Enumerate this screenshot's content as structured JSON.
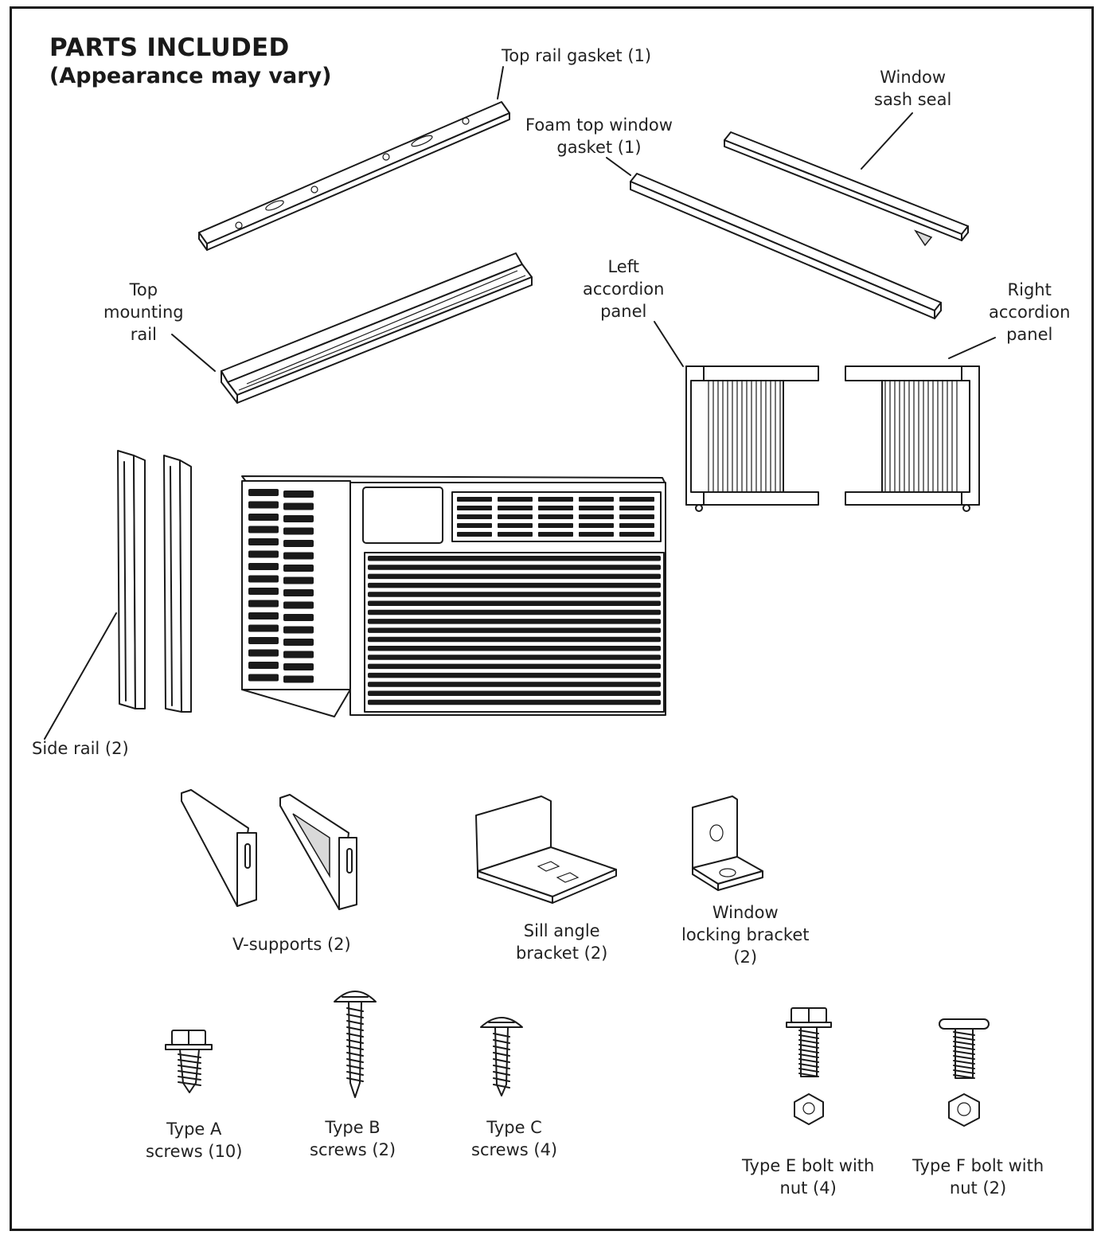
{
  "header": {
    "title": "PARTS INCLUDED",
    "subtitle": "(Appearance may vary)"
  },
  "labels": {
    "top_rail_gasket": [
      "Top rail gasket (1)"
    ],
    "foam_top_window_gasket": [
      "Foam top window",
      "gasket (1)"
    ],
    "window_sash_seal": [
      "Window",
      "sash seal"
    ],
    "top_mounting_rail": [
      "Top",
      "mounting",
      "rail"
    ],
    "left_accordion_panel": [
      "Left",
      "accordion",
      "panel"
    ],
    "right_accordion_panel": [
      "Right",
      "accordion",
      "panel"
    ],
    "side_rail": [
      "Side rail (2)"
    ],
    "v_supports": [
      "V-supports (2)"
    ],
    "sill_angle_bracket": [
      "Sill angle",
      "bracket (2)"
    ],
    "window_locking_bracket": [
      "Window",
      "locking bracket",
      "(2)"
    ],
    "type_a_screws": [
      "Type A",
      "screws (10)"
    ],
    "type_b_screws": [
      "Type B",
      "screws (2)"
    ],
    "type_c_screws": [
      "Type C",
      "screws (4)"
    ],
    "type_e_bolt": [
      "Type E bolt with",
      "nut (4)"
    ],
    "type_f_bolt": [
      "Type F bolt with",
      "nut (2)"
    ]
  }
}
